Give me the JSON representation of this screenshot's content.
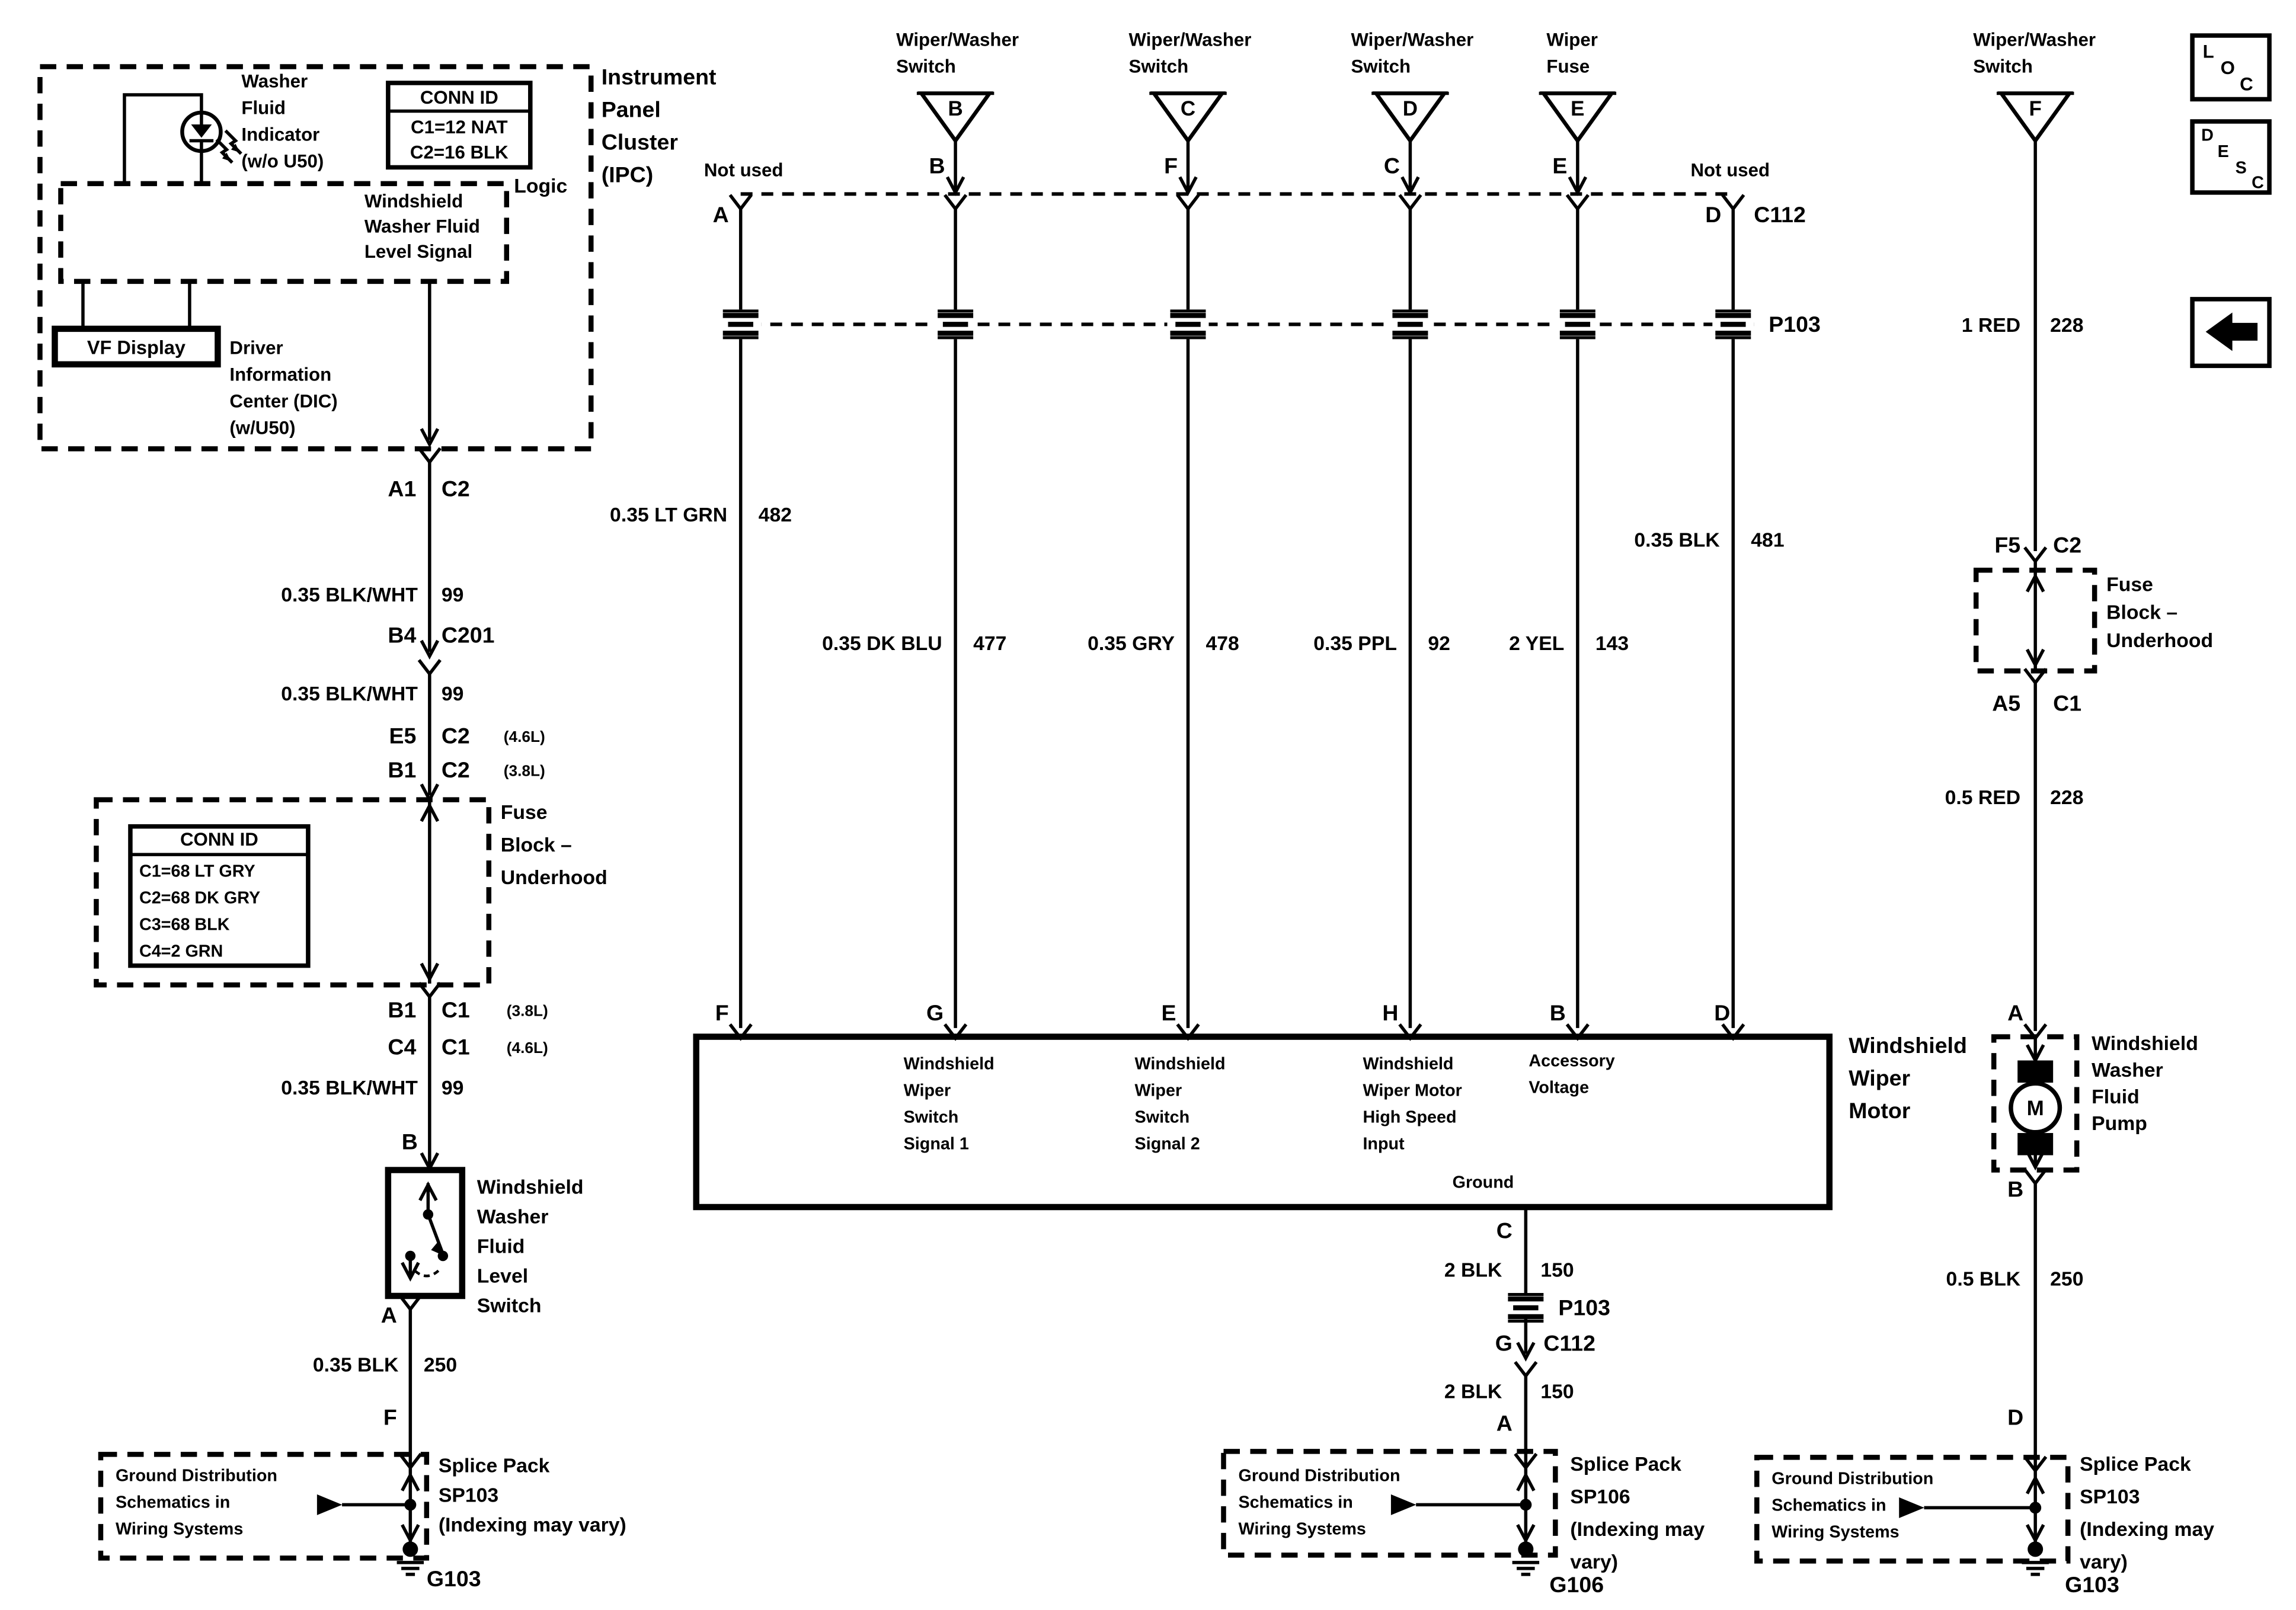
{
  "ipc": {
    "indicator": [
      "Washer",
      "Fluid",
      "Indicator",
      "(w/o U50)"
    ],
    "conn_title": "CONN ID",
    "conn_rows": [
      "C1=12 NAT",
      "C2=16 BLK"
    ],
    "title": [
      "Instrument",
      "Panel",
      "Cluster",
      "(IPC)"
    ],
    "logic_label": "Logic",
    "signal": [
      "Windshield",
      "Washer Fluid",
      "Level Signal"
    ],
    "vf_display": "VF Display",
    "dic": [
      "Driver",
      "Information",
      "Center (DIC)",
      "(w/U50)"
    ]
  },
  "left": {
    "a1": "A1",
    "a1_r": "C2",
    "w99a_l": "0.35 BLK/WHT",
    "w99a_n": "99",
    "b4": "B4",
    "b4_r": "C201",
    "w99b_l": "0.35 BLK/WHT",
    "w99b_n": "99",
    "e5": "E5",
    "e5_r": "C2",
    "e5_note": "(4.6L)",
    "b1": "B1",
    "b1_r": "C2",
    "b1_note": "(3.8L)",
    "fuse_conn_title": "CONN ID",
    "fuse_conn_rows": [
      "C1=68 LT GRY",
      "C2=68 DK GRY",
      "C3=68 BLK",
      "C4=2 GRN"
    ],
    "fuse_label": [
      "Fuse",
      "Block –",
      "Underhood"
    ],
    "b1c1": "B1",
    "b1c1_r": "C1",
    "b1c1_note": "(3.8L)",
    "c4c1": "C4",
    "c4c1_r": "C1",
    "c4c1_note": "(4.6L)",
    "w99c_l": "0.35 BLK/WHT",
    "w99c_n": "99",
    "term_b": "B",
    "switch_label": [
      "Windshield",
      "Washer",
      "Fluid",
      "Level",
      "Switch"
    ],
    "term_a": "A",
    "w250_l": "0.35 BLK",
    "w250_n": "250",
    "term_f": "F",
    "gnd_box": [
      "Ground Distribution",
      "Schematics in",
      "Wiring Systems"
    ],
    "splice": [
      "Splice Pack",
      "SP103",
      "(Indexing may vary)"
    ],
    "gnd_id": "G103"
  },
  "mid": {
    "hdr1": [
      "Wiper/Washer",
      "Switch"
    ],
    "hdr2": [
      "Wiper/Washer",
      "Switch"
    ],
    "hdr3": [
      "Wiper/Washer",
      "Switch"
    ],
    "hdr4": [
      "Wiper",
      "Fuse"
    ],
    "tri": [
      "B",
      "C",
      "D",
      "E"
    ],
    "not_used_l": "Not used",
    "not_used_r": "Not used",
    "term_a": "A",
    "terms": [
      "B",
      "F",
      "C",
      "E"
    ],
    "term_d": "D",
    "c112": "C112",
    "p103": "P103",
    "w482_l": "0.35 LT GRN",
    "w482_n": "482",
    "w477_l": "0.35 DK BLU",
    "w477_n": "477",
    "w478_l": "0.35 GRY",
    "w478_n": "478",
    "w92_l": "0.35 PPL",
    "w92_n": "92",
    "w143_l": "2 YEL",
    "w143_n": "143",
    "w481_l": "0.35 BLK",
    "w481_n": "481"
  },
  "motor": {
    "terms": [
      "F",
      "G",
      "E",
      "H",
      "B",
      "D"
    ],
    "sig1": [
      "Windshield",
      "Wiper",
      "Switch",
      "Signal 1"
    ],
    "sig2": [
      "Windshield",
      "Wiper",
      "Switch",
      "Signal 2"
    ],
    "hsi": [
      "Windshield",
      "Wiper Motor",
      "High Speed",
      "Input"
    ],
    "accv": [
      "Accessory",
      "Voltage"
    ],
    "ground": "Ground",
    "label": [
      "Windshield",
      "Wiper",
      "Motor"
    ]
  },
  "mgnd": {
    "term_c": "C",
    "w150a_l": "2 BLK",
    "w150a_n": "150",
    "p103": "P103",
    "g": "G",
    "g_r": "C112",
    "w150b_l": "2 BLK",
    "w150b_n": "150",
    "term_a": "A",
    "gnd_box": [
      "Ground Distribution",
      "Schematics in",
      "Wiring Systems"
    ],
    "splice": [
      "Splice Pack",
      "SP106",
      "(Indexing may",
      "vary)"
    ],
    "gnd_id": "G106"
  },
  "right": {
    "hdr": [
      "Wiper/Washer",
      "Switch"
    ],
    "tri": "F",
    "w228a_l": "1 RED",
    "w228a_n": "228",
    "f5": "F5",
    "f5_r": "C2",
    "fuse_label": [
      "Fuse",
      "Block –",
      "Underhood"
    ],
    "a5": "A5",
    "a5_r": "C1",
    "w228b_l": "0.5 RED",
    "w228b_n": "228",
    "term_a": "A",
    "pump_m": "M",
    "pump_label": [
      "Windshield",
      "Washer",
      "Fluid",
      "Pump"
    ],
    "term_b": "B",
    "w250_l": "0.5 BLK",
    "w250_n": "250",
    "term_d": "D",
    "gnd_box": [
      "Ground Distribution",
      "Schematics in",
      "Wiring Systems"
    ],
    "splice": [
      "Splice Pack",
      "SP103",
      "(Indexing may",
      "vary)"
    ],
    "gnd_id": "G103"
  },
  "corner": {
    "loc": [
      "L",
      "O",
      "C"
    ],
    "desc": [
      "D",
      "E",
      "S",
      "C"
    ]
  }
}
